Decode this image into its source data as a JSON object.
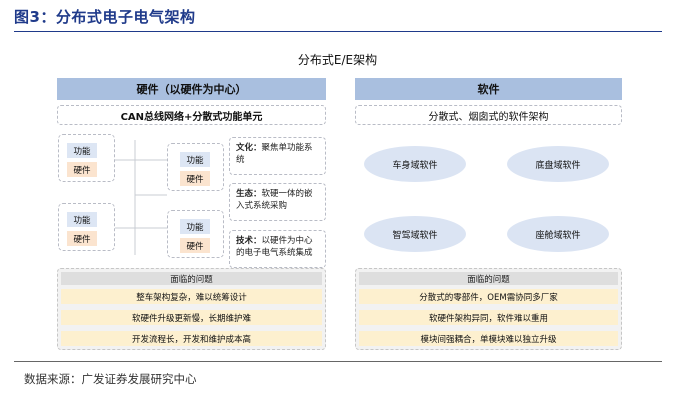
{
  "figure": {
    "title": "图3：分布式电子电气架构",
    "diagram_title": "分布式E/E架构",
    "source": "数据来源：广发证券发展研究中心"
  },
  "hardware": {
    "header": "硬件（以硬件为中心）",
    "bus_bar": "CAN总线网络+分散式功能单元",
    "units": [
      {
        "func": "功能",
        "hw": "硬件"
      },
      {
        "func": "功能",
        "hw": "硬件"
      },
      {
        "func": "功能",
        "hw": "硬件"
      },
      {
        "func": "功能",
        "hw": "硬件"
      }
    ],
    "notes": [
      {
        "label": "文化：",
        "text": "聚焦单功能系统"
      },
      {
        "label": "生态：",
        "text": "软硬一体的嵌入式系统采购"
      },
      {
        "label": "技术：",
        "text": "以硬件为中心的电子电气系统集成"
      }
    ],
    "problems": {
      "header": "面临的问题",
      "items": [
        "整车架构复杂，难以统筹设计",
        "软硬件升级更新慢，长期维护难",
        "开发流程长，开发和维护成本高"
      ]
    }
  },
  "software": {
    "header": "软件",
    "arch_bar": "分散式、烟囱式的软件架构",
    "domains": [
      "车身域软件",
      "底盘域软件",
      "智驾域软件",
      "座舱域软件"
    ],
    "problems": {
      "header": "面临的问题",
      "items": [
        "分散式的零部件，OEM需协同多厂家",
        "软硬件架构异同，软件难以重用",
        "模块间强耦合，单模块难以独立升级"
      ]
    }
  }
}
